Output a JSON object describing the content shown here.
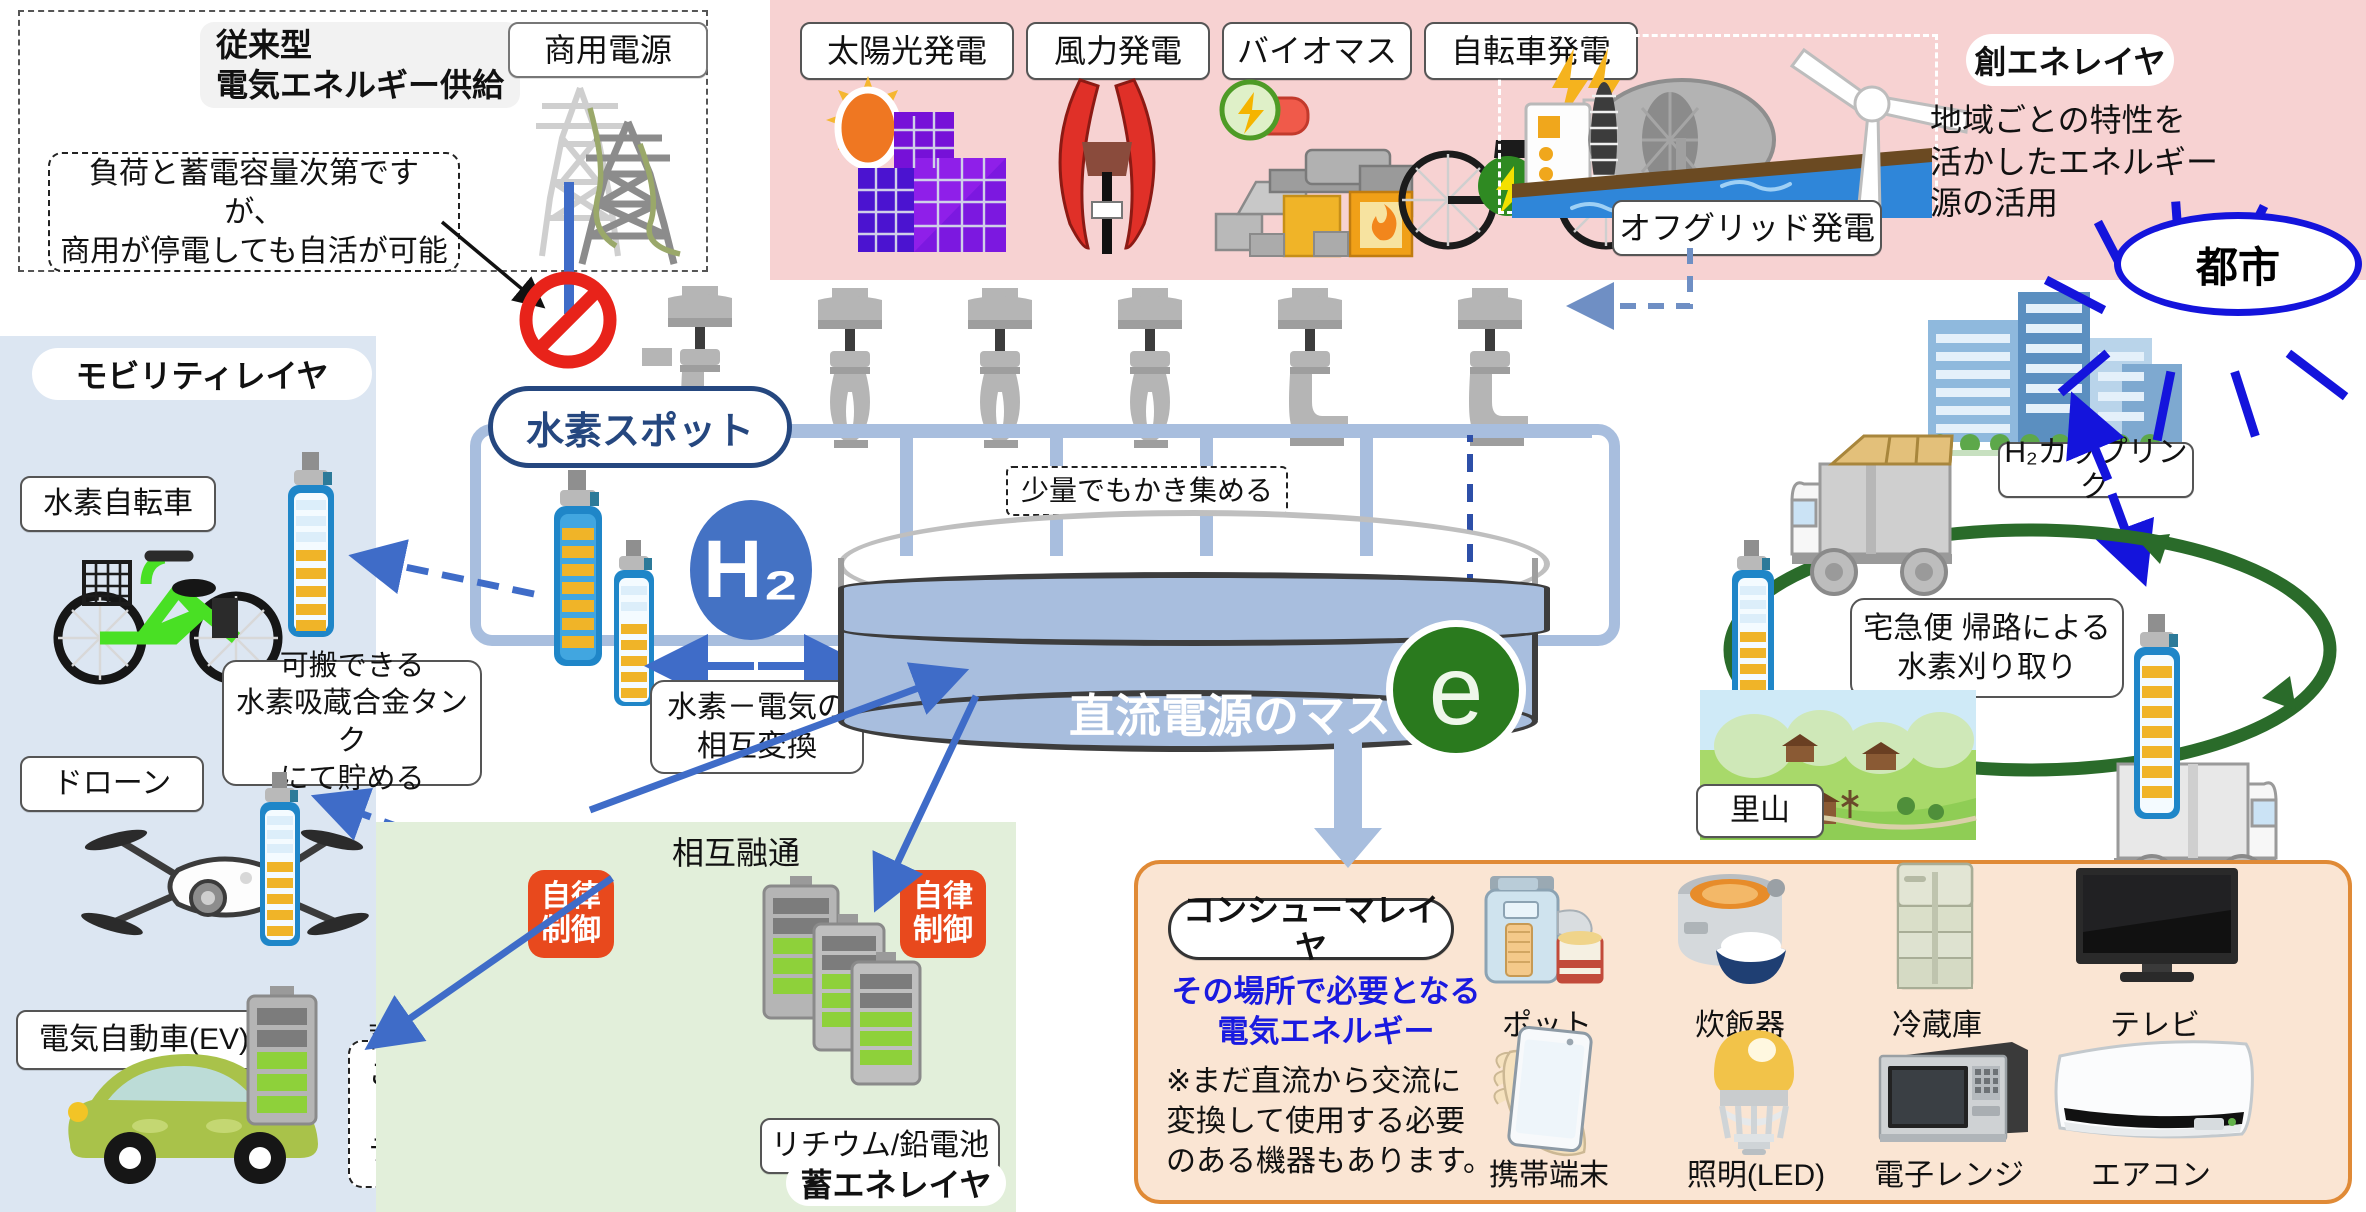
{
  "diagram": {
    "title_conventional": "従来型\n電気エネルギー供給",
    "legacy": {
      "commercial_power_label": "商用電源",
      "note": "負荷と蓄電容量次第ですが、\n商用が停電しても自活が可能",
      "blocked_icon": "no-entry-icon"
    },
    "gen_layer": {
      "layer_badge": "創エネレイヤ",
      "description": "地域ごとの特性を\n活かしたエネルギー\n源の活用",
      "sources": [
        {
          "label": "太陽光発電",
          "icon": "solar-panel-icon"
        },
        {
          "label": "風力発電",
          "icon": "wind-turbine-vertical-icon"
        },
        {
          "label": "バイオマス",
          "icon": "biomass-plant-icon"
        },
        {
          "label": "自転車発電",
          "icon": "bicycle-generator-icon"
        }
      ],
      "offgrid_label": "オフグリッド発電",
      "offgrid_icons": [
        "water-wheel-icon",
        "wind-turbine-icon",
        "battery-box-icon",
        "lightning-icon"
      ],
      "panel_color": "#f7d2d2"
    },
    "hydrogen_spot": {
      "label": "水素スポット",
      "h2_symbol": "H₂",
      "conversion_note": "水素－電気の\n相互変換",
      "tank_label": "直流電源のマス",
      "collect_note": "少量でもかき集める",
      "electron_symbol": "e",
      "faucet_count": 6,
      "cylinder_icon": "hydrogen-cylinder-icon",
      "frame_color": "#a8bede"
    },
    "mobility_layer": {
      "layer_badge": "モビリティレイヤ",
      "items": [
        {
          "label": "水素自転車",
          "icon": "hydrogen-bicycle-icon"
        },
        {
          "label": "ドローン",
          "icon": "drone-icon"
        },
        {
          "label": "電気自動車(EV)",
          "icon": "electric-car-icon"
        }
      ],
      "tank_note": "可搬できる\n水素吸蔵合金タンク\nにて貯める",
      "battery_note": "蓄電池容量を自在に増やす\nことが出来る。またＥＶのバッ\nテリを蓄電池として利用できる",
      "panel_color": "#dce6f2"
    },
    "storage_layer": {
      "layer_badge": "蓄エネレイヤ",
      "mutual_label": "相互融通",
      "autonomy_badge_left": "自律\n制御",
      "autonomy_badge_right": "自律\n制御",
      "battery_type_label": "リチウム/鉛電池",
      "battery_icon": "battery-stack-icon",
      "panel_color": "#e2efda"
    },
    "consumer_layer": {
      "layer_badge": "コンシューマレイヤ",
      "headline": "その場所で必要となる\n電気エネルギー",
      "note": "※まだ直流から交流に\n変換して使用する必要\nのある機器もあります。",
      "appliances": [
        {
          "label": "ポット",
          "icon": "electric-pot-icon"
        },
        {
          "label": "炊飯器",
          "icon": "rice-cooker-icon"
        },
        {
          "label": "冷蔵庫",
          "icon": "refrigerator-icon"
        },
        {
          "label": "テレビ",
          "icon": "television-icon"
        },
        {
          "label": "携帯端末",
          "icon": "smartphone-icon"
        },
        {
          "label": "照明(LED)",
          "icon": "led-bulb-icon"
        },
        {
          "label": "電子レンジ",
          "icon": "microwave-icon"
        },
        {
          "label": "エアコン",
          "icon": "air-conditioner-icon"
        }
      ],
      "panel_color": "#fae5d3",
      "border_color": "#e08a36"
    },
    "distribution": {
      "city_label": "都市",
      "coupling_label": "H₂カップリング",
      "satoyama_label": "里山",
      "delivery_note": "宅急便 帰路による\n水素刈り取り",
      "truck_icon": "delivery-truck-icon",
      "loop_color": "#2a6b2a",
      "city_color": "#1414dc"
    }
  }
}
